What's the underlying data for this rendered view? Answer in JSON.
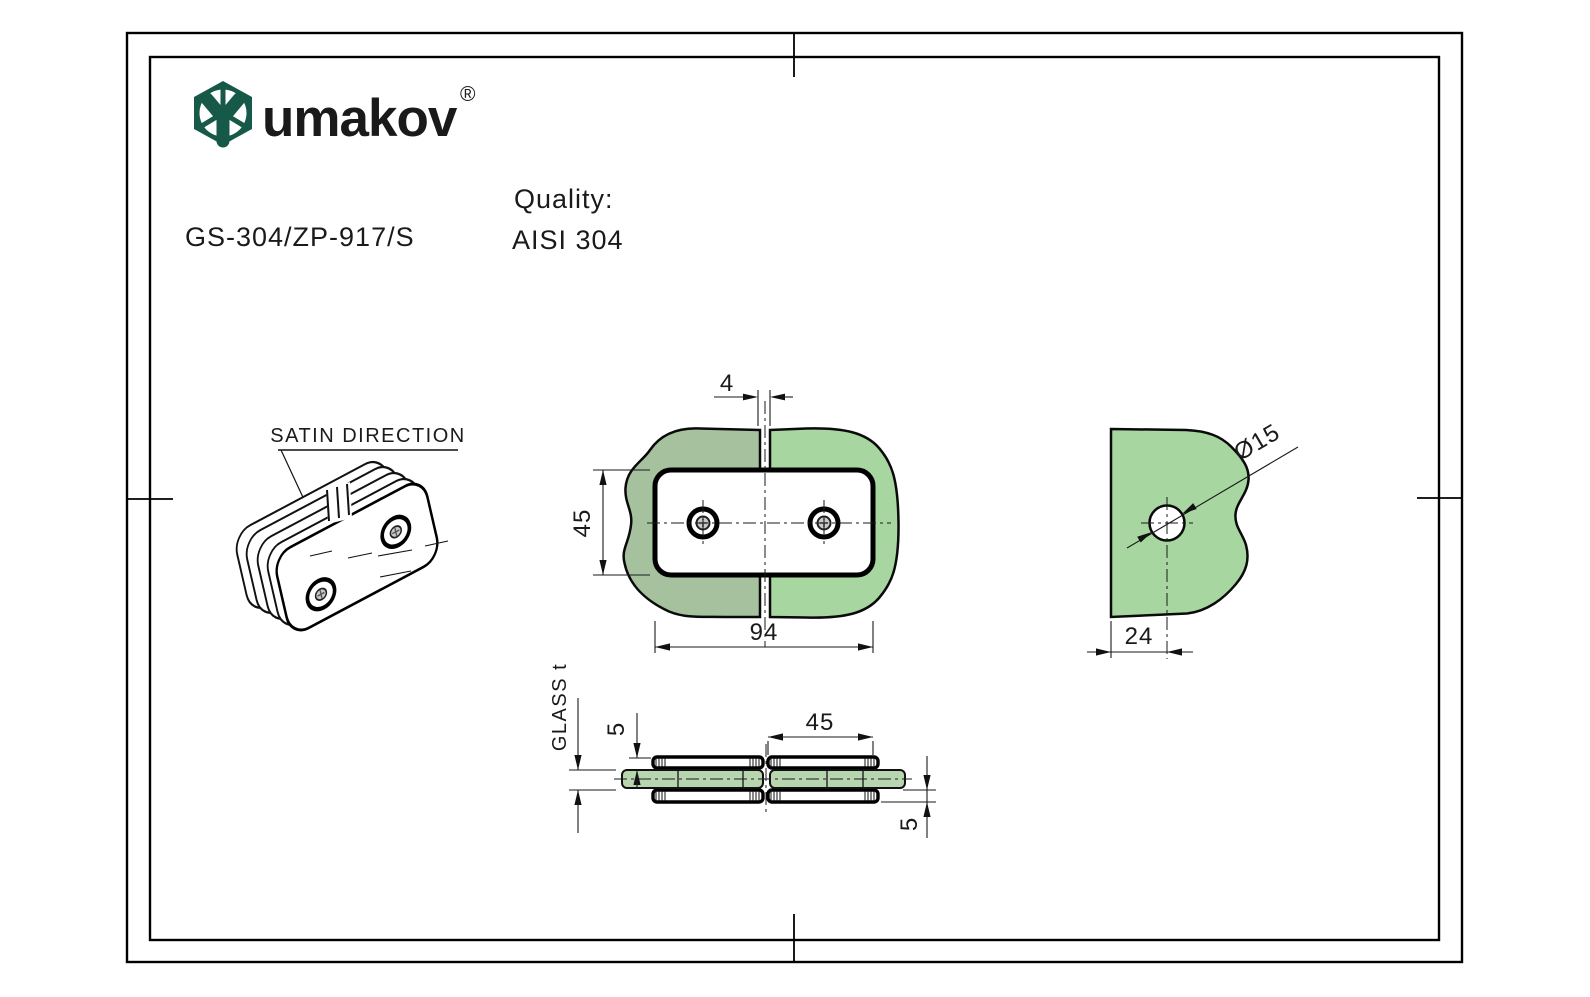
{
  "header": {
    "logo": {
      "brand": "umakov",
      "registered": "®"
    },
    "part_number": "GS-304/ZP-917/S",
    "quality_label": "Quality:",
    "quality_value": "AISI 304"
  },
  "views": {
    "isometric": {
      "annotation": "SATIN DIRECTION"
    },
    "front": {
      "dim_gap": "4",
      "dim_height": "45",
      "dim_width": "94"
    },
    "side": {
      "dim_hole_diameter": "Ø15",
      "dim_edge_offset": "24"
    },
    "section": {
      "label_glass_thickness": "GLASS t",
      "dim_plate_top": "5",
      "dim_half_width": "45",
      "dim_plate_bottom": "5"
    }
  },
  "colors": {
    "logo_green": "#175949",
    "glass_left": "#a5c19e",
    "glass_right": "#a7d6a1",
    "glass_side": "#a7d6a1",
    "glass_section": "#b7d6b0",
    "line": "#0a0a0a"
  }
}
